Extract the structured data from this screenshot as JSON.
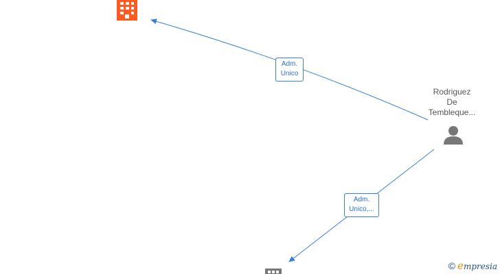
{
  "nodes": {
    "company_top": {
      "icon": "building-icon",
      "color": "#ff5a1f"
    },
    "company_bottom": {
      "icon": "building-icon",
      "color": "#777777"
    },
    "person": {
      "icon": "person-icon",
      "color": "#777777",
      "label_lines": [
        "Rodriguez",
        "De",
        "Tembleque..."
      ]
    }
  },
  "edges": [
    {
      "from": "person",
      "to": "company_top",
      "label_lines": [
        "Adm.",
        "Unico"
      ],
      "color": "#3b7fd4"
    },
    {
      "from": "person",
      "to": "company_bottom",
      "label_lines": [
        "Adm.",
        "Unico,..."
      ],
      "color": "#3b7fd4"
    }
  ],
  "branding": {
    "copyright": "©",
    "logo_initial": "e",
    "logo_rest": "mpresia"
  }
}
